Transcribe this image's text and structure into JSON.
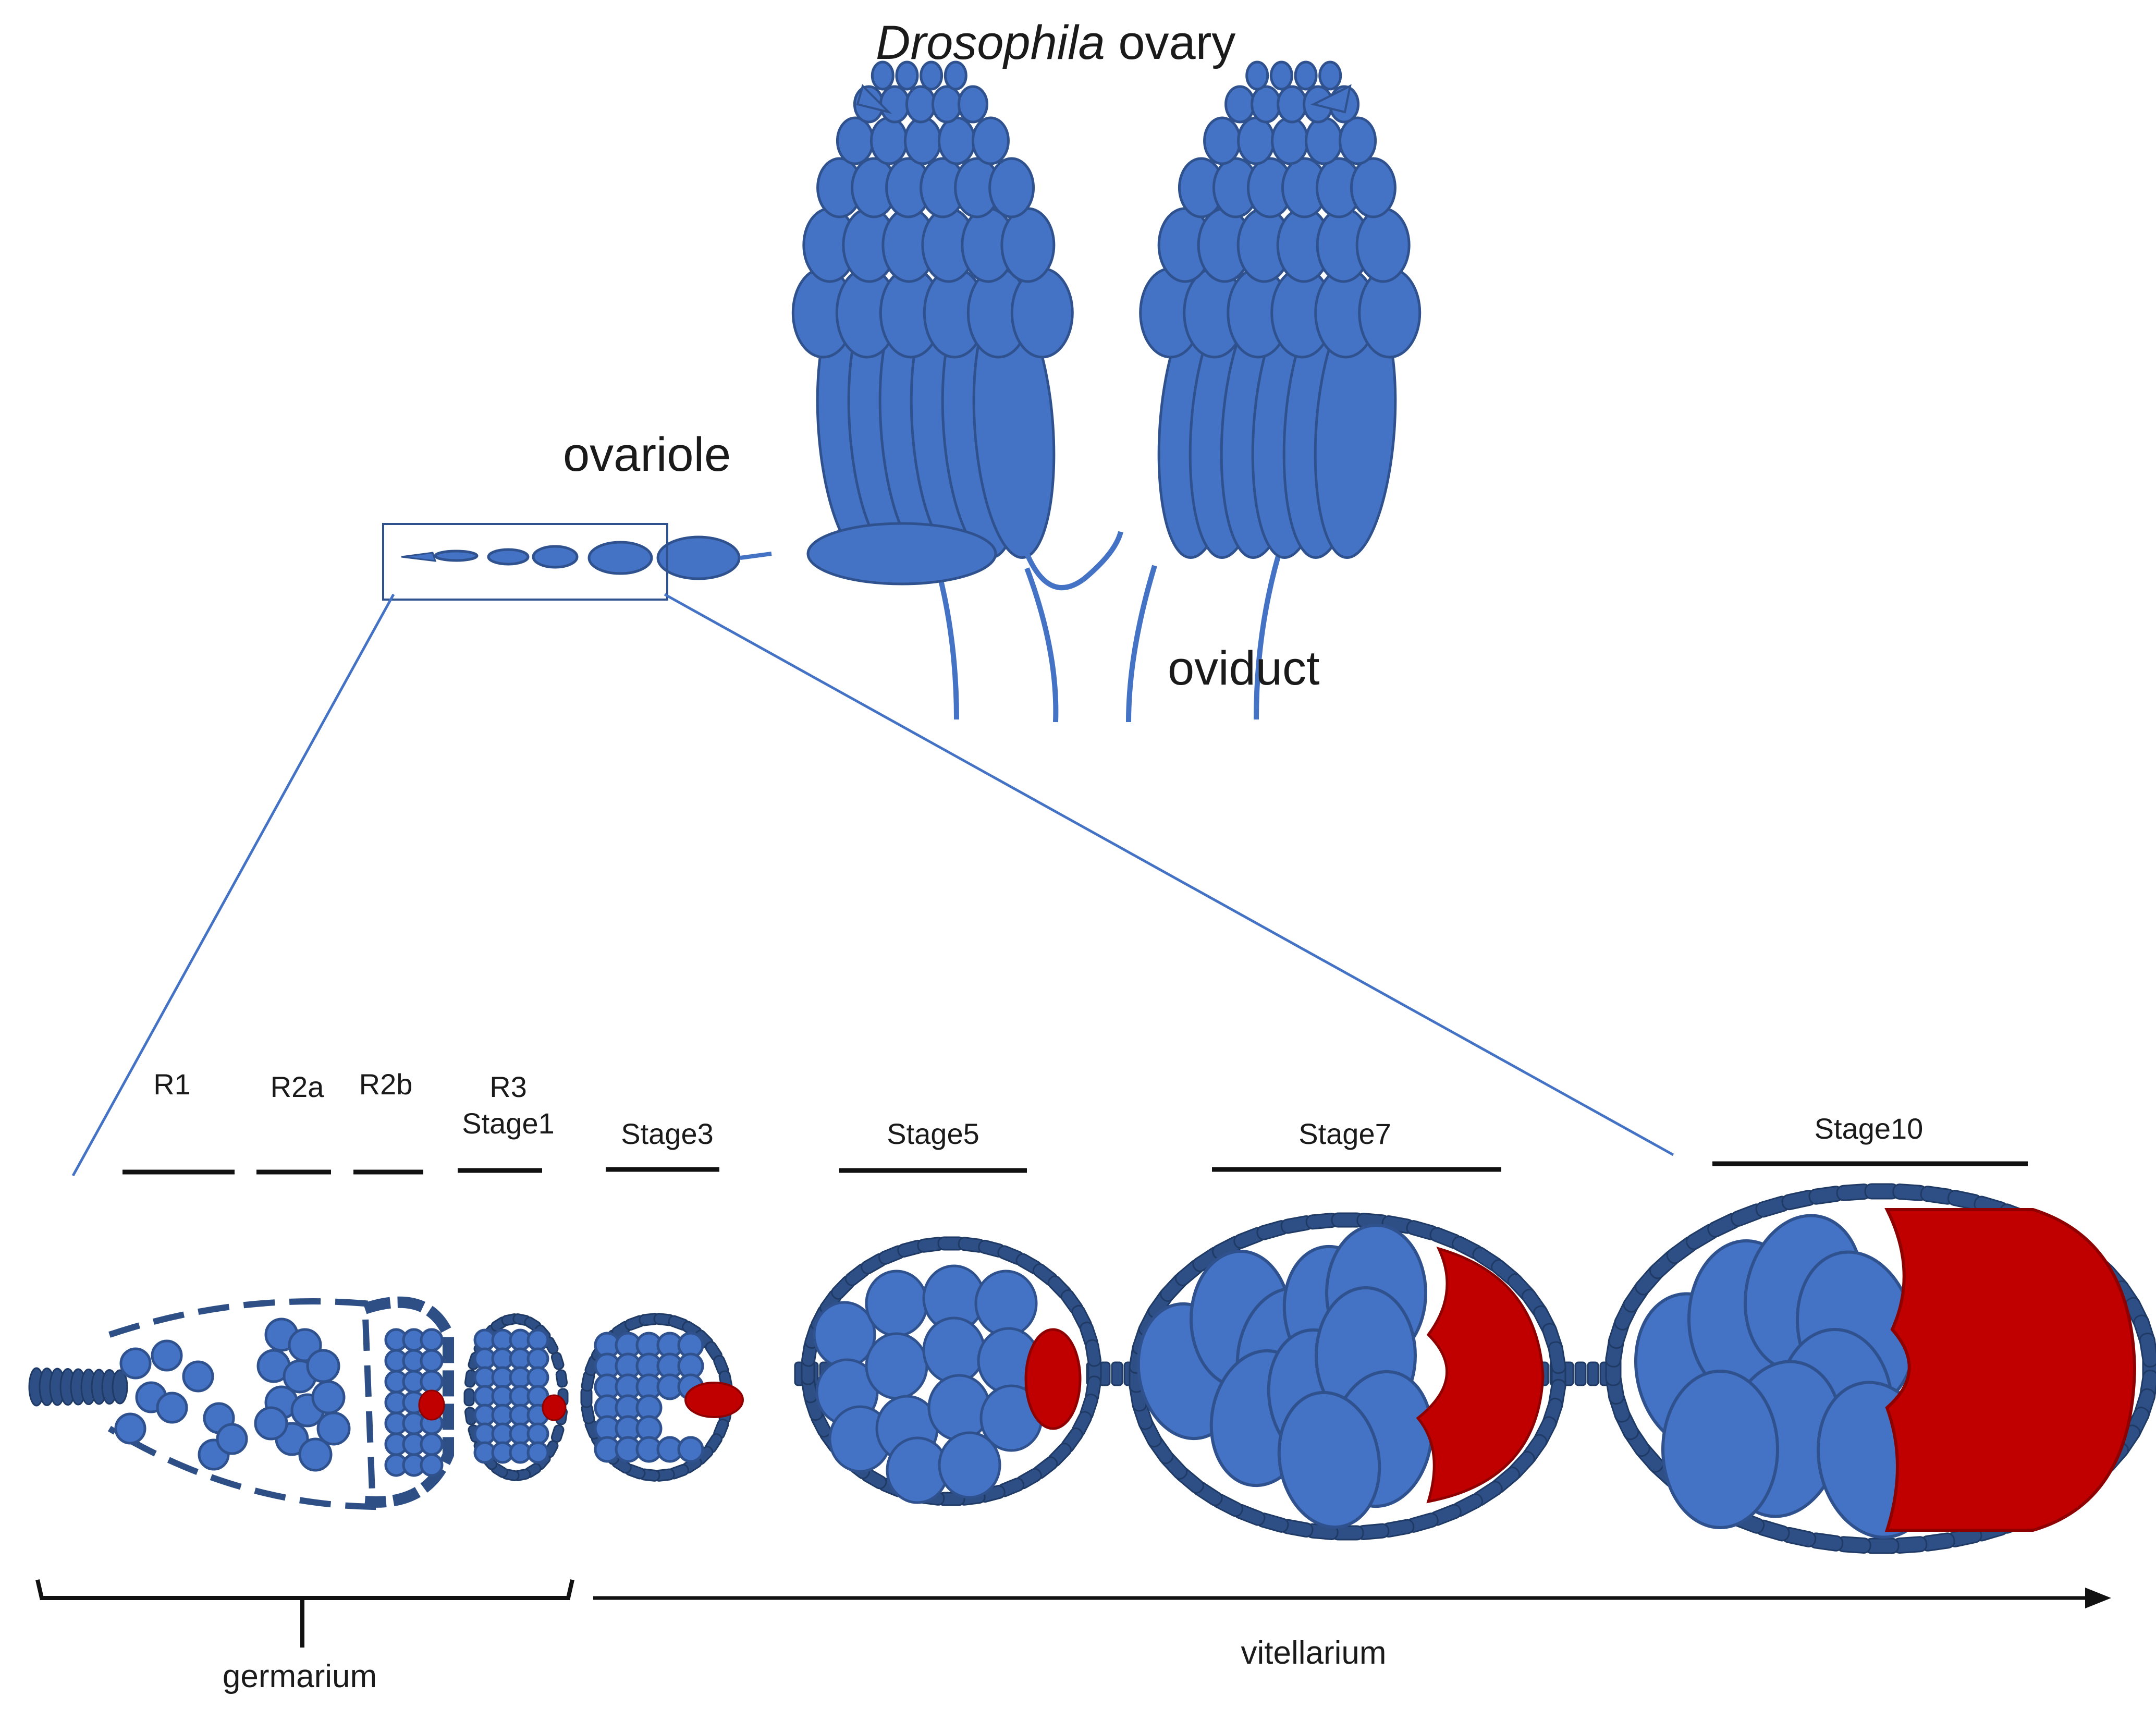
{
  "title": {
    "italic": "Drosophila",
    "rest": " ovary"
  },
  "labels": {
    "ovariole": "ovariole",
    "oviduct": "oviduct"
  },
  "stages": {
    "r1": "R1",
    "r2a": "R2a",
    "r2b": "R2b",
    "r3_line1": "R3",
    "r3_line2": "Stage1",
    "stage3": "Stage3",
    "stage5": "Stage5",
    "stage7": "Stage7",
    "stage10": "Stage10"
  },
  "regions": {
    "germarium": "germarium",
    "vitellarium": "vitellarium"
  },
  "colors": {
    "cell_fill": "#4472C4",
    "cell_stroke": "#2F528F",
    "follicle": "#2E4F86",
    "oocyte": "#C00000",
    "zoom_line": "#4472C4",
    "text": "#1a1a1a"
  }
}
